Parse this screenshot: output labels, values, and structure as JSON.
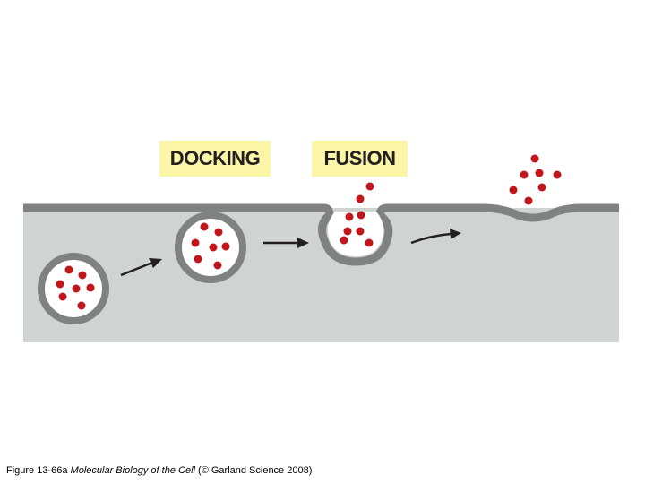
{
  "labels": {
    "docking": "DOCKING",
    "fusion": "FUSION"
  },
  "caption": {
    "figure": "Figure 13-66a",
    "title": "Molecular Biology of the Cell",
    "credit": "(© Garland Science 2008)"
  },
  "colors": {
    "cytoplasm": "#cfd3d1",
    "membrane": "#808282",
    "vesicle_interior": "#ffffff",
    "cargo": "#c1161c",
    "label_background": "#fbf5a8",
    "arrow": "#231f20"
  },
  "icons": {
    "arrow": "arrow-icon"
  }
}
